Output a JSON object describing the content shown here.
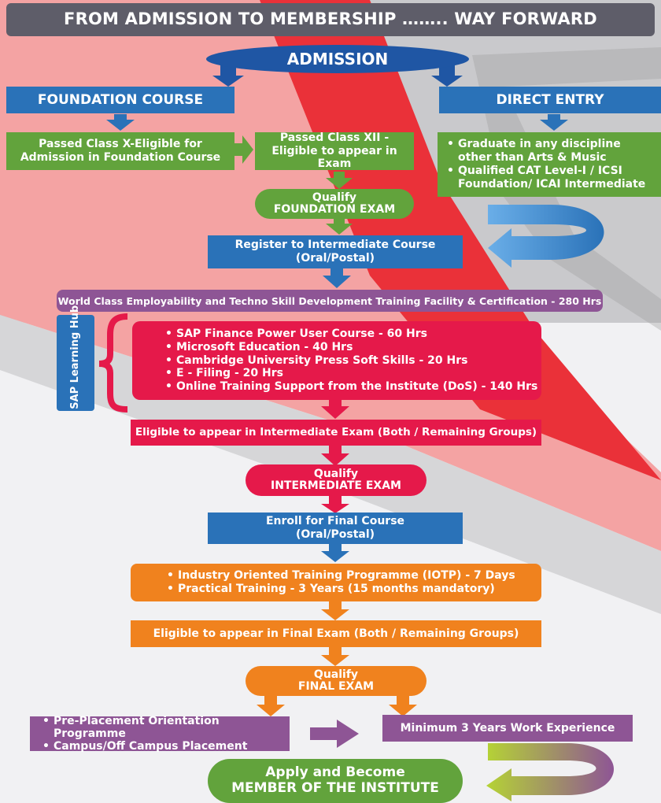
{
  "title": "FROM ADMISSION TO MEMBERSHIP …….. WAY FORWARD",
  "colors": {
    "blue": "#2a72b8",
    "green": "#62a33c",
    "purple": "#8e5595",
    "crimson": "#e5194a",
    "orange": "#f0821e",
    "title_bar": "#5e5d69",
    "admission_oval": "#1f56a4"
  },
  "admission": "ADMISSION",
  "foundation_course": "FOUNDATION COURSE",
  "direct_entry": "DIRECT ENTRY",
  "passed_class_x": "Passed Class X-Eligible for\nAdmission in Foundation Course",
  "passed_class_xii": "Passed Class XII -\nEligible to appear in Exam",
  "direct_entry_items": [
    "Graduate in any discipline other than Arts & Music",
    "Qualified CAT Level-I / ICSI Foundation/ ICAI Intermediate"
  ],
  "qualify_foundation": "Qualify\nFOUNDATION EXAM",
  "register_intermediate": "Register to Intermediate Course\n(Oral/Postal)",
  "world_class": "World Class Employability and Techno Skill Development Training Facility & Certification - 280 Hrs",
  "sap_hub": "SAP Learning Hub",
  "training_items": [
    "SAP Finance Power User Course - 60 Hrs",
    "Microsoft Education - 40 Hrs",
    "Cambridge University Press Soft Skills - 20 Hrs",
    "E - Filing - 20 Hrs",
    "Online Training Support from the Institute (DoS) - 140 Hrs"
  ],
  "eligible_intermediate": "Eligible to appear in Intermediate Exam (Both / Remaining Groups)",
  "qualify_intermediate": "Qualify\nINTERMEDIATE EXAM",
  "enroll_final": "Enroll for Final Course\n(Oral/Postal)",
  "iotp_items": [
    "Industry Oriented Training Programme (IOTP) - 7 Days",
    "Practical Training - 3 Years (15 months mandatory)"
  ],
  "eligible_final": "Eligible to appear in Final Exam (Both / Remaining Groups)",
  "qualify_final": "Qualify\nFINAL EXAM",
  "placement_items": [
    "Pre-Placement Orientation Programme",
    "Campus/Off Campus Placement"
  ],
  "min_work": "Minimum 3 Years Work Experience",
  "member": "Apply and Become\nMEMBER OF THE INSTITUTE"
}
